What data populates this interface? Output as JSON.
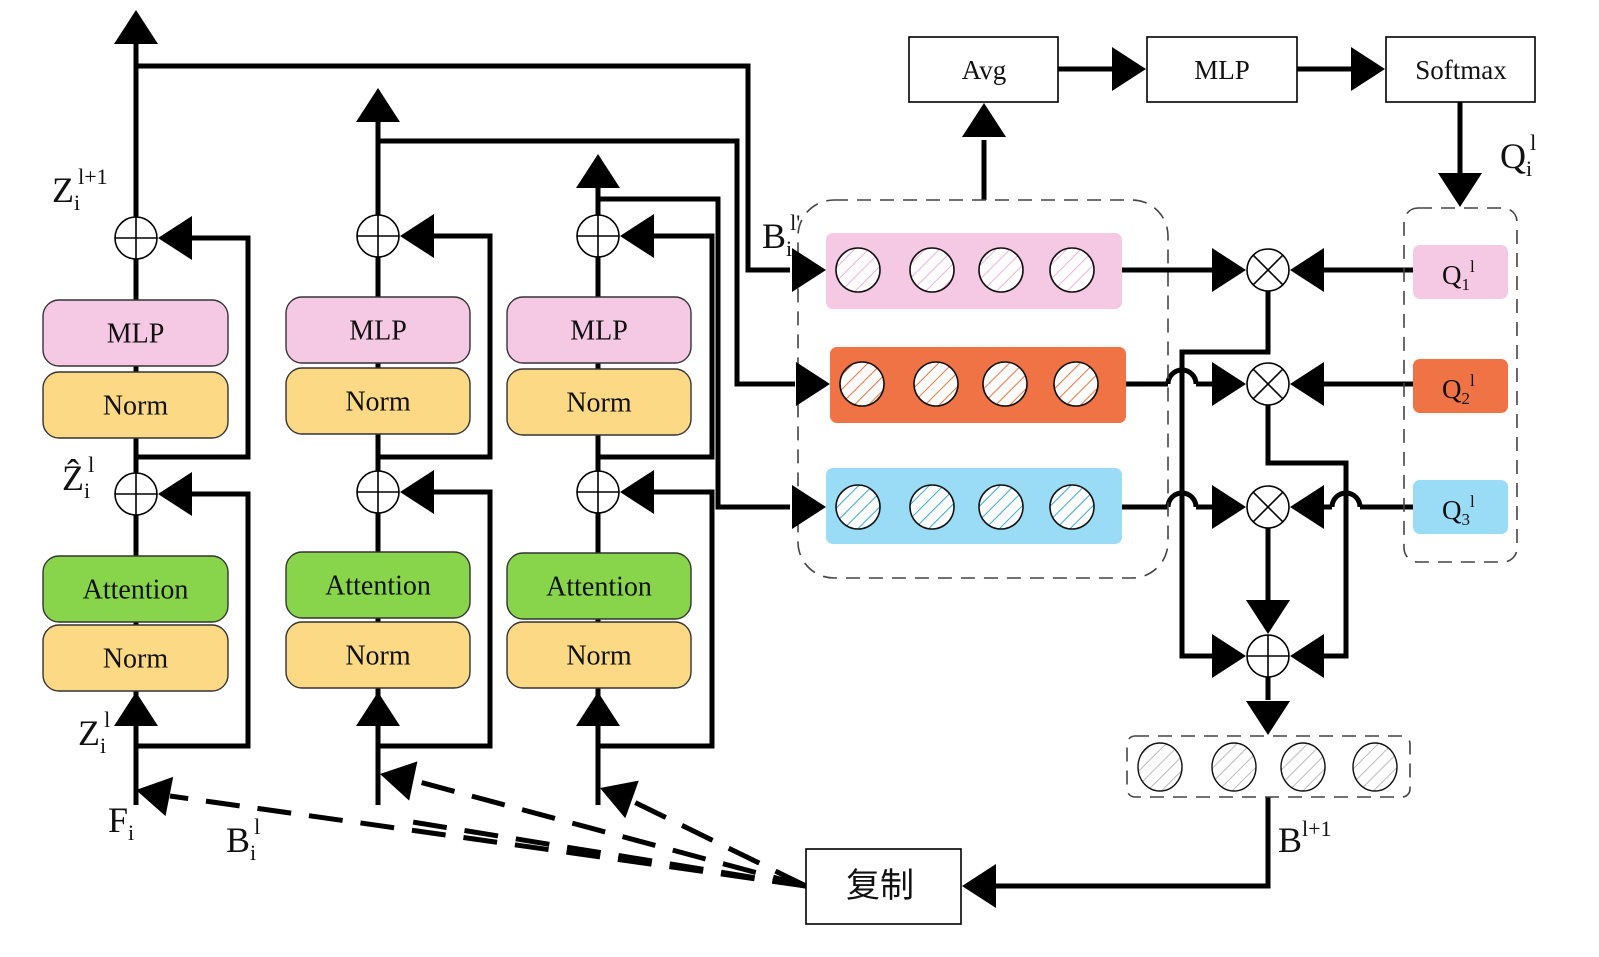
{
  "colors": {
    "mlp": "#f5c8e3",
    "norm": "#fbd985",
    "attention": "#88d54b",
    "orange": "#f07345",
    "blue": "#9adcf5",
    "pink_row": "#f5c8e3",
    "grey_hatch": "#bbbbbb"
  },
  "blocks": [
    {
      "mlp": "MLP",
      "norm_top": "Norm",
      "attention": "Attention",
      "norm_bottom": "Norm"
    },
    {
      "mlp": "MLP",
      "norm_top": "Norm",
      "attention": "Attention",
      "norm_bottom": "Norm"
    },
    {
      "mlp": "MLP",
      "norm_top": "Norm",
      "attention": "Attention",
      "norm_bottom": "Norm"
    }
  ],
  "labels": {
    "z_next": {
      "base": "Z",
      "sub": "i",
      "sup": "l+1"
    },
    "z_hat": {
      "base": "Ẑ",
      "sub": "i",
      "sup": "l"
    },
    "z_cur": {
      "base": "Z",
      "sub": "i",
      "sup": "l"
    },
    "f_i": {
      "base": "F",
      "sub": "i"
    },
    "b_il_bottom": {
      "base": "B",
      "sub": "i",
      "sup": "l"
    },
    "b_il_prime": {
      "base": "B",
      "sub": "i",
      "sup": "l'"
    },
    "q_i": {
      "base": "Q",
      "sub": "i",
      "sup": "l"
    },
    "b_next": {
      "base": "B",
      "sup": "l+1"
    }
  },
  "top_pipeline": [
    "Avg",
    "MLP",
    "Softmax"
  ],
  "queries": [
    {
      "base": "Q",
      "sub": "1",
      "sup": "l"
    },
    {
      "base": "Q",
      "sub": "2",
      "sup": "l"
    },
    {
      "base": "Q",
      "sub": "3",
      "sup": "l"
    }
  ],
  "token_rows": [
    {
      "name": "pink",
      "count": 4
    },
    {
      "name": "orange",
      "count": 4
    },
    {
      "name": "blue",
      "count": 4
    }
  ],
  "output_tokens": 4,
  "copy_box": "复制"
}
